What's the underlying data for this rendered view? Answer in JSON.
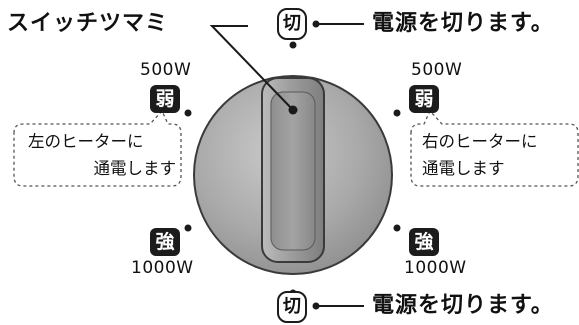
{
  "knob": {
    "label": "スイッチツマミ",
    "off_badge": "切",
    "off_text": "電源を切ります。"
  },
  "left": {
    "weak_watt": "500W",
    "weak_badge": "弱",
    "note_line1": "左のヒーターに",
    "note_line2": "通電します",
    "strong_badge": "強",
    "strong_watt": "1000W"
  },
  "right": {
    "weak_watt": "500W",
    "weak_badge": "弱",
    "note_line1": "右のヒーターに",
    "note_line2": "通電します",
    "strong_badge": "強",
    "strong_watt": "1000W"
  },
  "bottom": {
    "off_badge": "切",
    "off_text": "電源を切ります。"
  }
}
